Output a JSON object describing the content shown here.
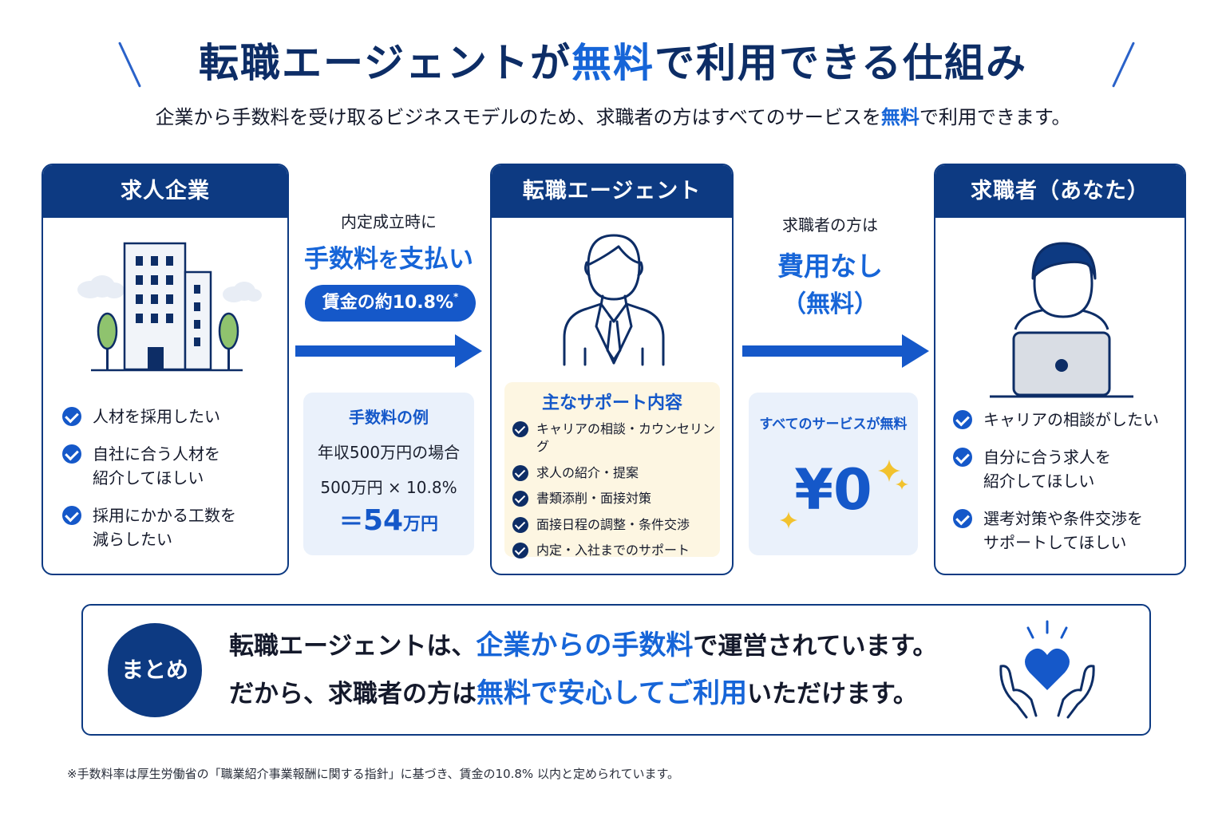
{
  "header": {
    "title_part1": "転職エージェントが",
    "title_highlight": "無料",
    "title_part2": "で利用できる仕組み",
    "subtitle_part1": "企業から手数料を受け取るビジネスモデルのため、求職者の方はすべてのサービスを",
    "subtitle_highlight": "無料",
    "subtitle_part2": "で利用できます。"
  },
  "company": {
    "title": "求人企業",
    "items": [
      "人材を採用したい",
      "自社に合う人材を\n紹介してほしい",
      "採用にかかる工数を\n減らしたい"
    ]
  },
  "flow1": {
    "caption": "内定成立時に",
    "main_part1": "手数料",
    "main_mid": "を",
    "main_part2": "支払い",
    "pill": "賃金の約10.8%",
    "pill_mark": "*"
  },
  "fee_example": {
    "title": "手数料の例",
    "line1": "年収500万円の場合",
    "line2": "500万円 × 10.8%",
    "eq": "＝",
    "amount": "54",
    "unit": "万円"
  },
  "agent": {
    "title": "転職エージェント",
    "support_title": "主なサポート内容",
    "support_items": [
      "キャリアの相談・カウンセリング",
      "求人の紹介・提案",
      "書類添削・面接対策",
      "面接日程の調整・条件交渉",
      "内定・入社までのサポート"
    ]
  },
  "flow2": {
    "caption": "求職者の方は",
    "main": "費用なし",
    "sub": "（無料）"
  },
  "free_box": {
    "label": "すべてのサービスが無料",
    "amount": "¥0"
  },
  "seeker": {
    "title": "求職者（あなた）",
    "items": [
      "キャリアの相談がしたい",
      "自分に合う求人を\n紹介してほしい",
      "選考対策や条件交渉を\nサポートしてほしい"
    ]
  },
  "summary": {
    "badge": "まとめ",
    "line1_part1": "転職エージェントは、",
    "line1_highlight": "企業からの手数料",
    "line1_part2": "で運営されています。",
    "line2_part1": "だから、求職者の方は",
    "line2_highlight": "無料で安心してご利用",
    "line2_part2": "いただけます。"
  },
  "footnote": "※手数料率は厚生労働省の「職業紹介事業報酬に関する指針」に基づき、賃金の10.8% 以内と定められています。",
  "colors": {
    "navy": "#0d3a82",
    "title_navy": "#0d2d66",
    "accent_blue": "#1665d8",
    "arrow_blue": "#1558c9",
    "light_blue_box": "#eaf1fb",
    "cream_box": "#fdf6e2",
    "sparkle_gold": "#f2c22e"
  },
  "icons": {
    "company": "office-building-icon",
    "agent": "business-person-icon",
    "seeker": "person-with-laptop-icon",
    "summary": "hands-holding-heart-icon",
    "check": "check-circle-icon"
  }
}
